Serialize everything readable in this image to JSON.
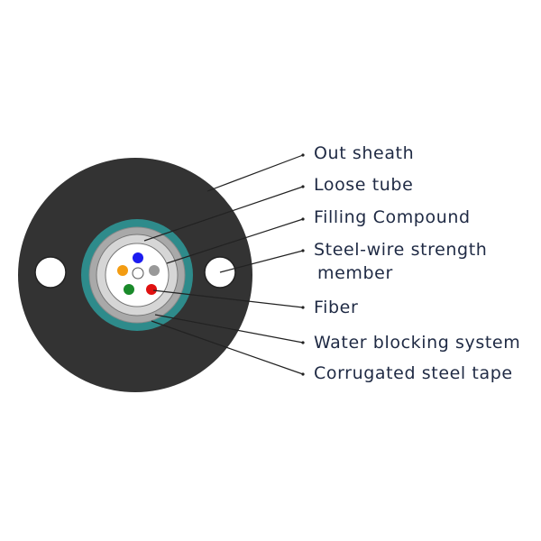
{
  "labels": {
    "out_sheath": "Out sheath",
    "loose_tube": "Loose tube",
    "filling_compound": "Filling Compound",
    "steel_wire_line1": "Steel-wire strength",
    "steel_wire_line2": "member",
    "fiber": "Fiber",
    "water_blocking": "Water blocking system",
    "corrugated_tape": "Corrugated steel tape"
  },
  "colors": {
    "sheath": "#333333",
    "water_blocking": "#2e8b8b",
    "corrugated_tape": "#a9a9a9",
    "loose_tube": "#d6d6d6",
    "fiber_blue": "#1c1cf0",
    "fiber_orange": "#f39c12",
    "fiber_gray": "#999999",
    "fiber_green": "#1a8a2a",
    "fiber_red": "#e01010",
    "text": "#1f2a44"
  }
}
